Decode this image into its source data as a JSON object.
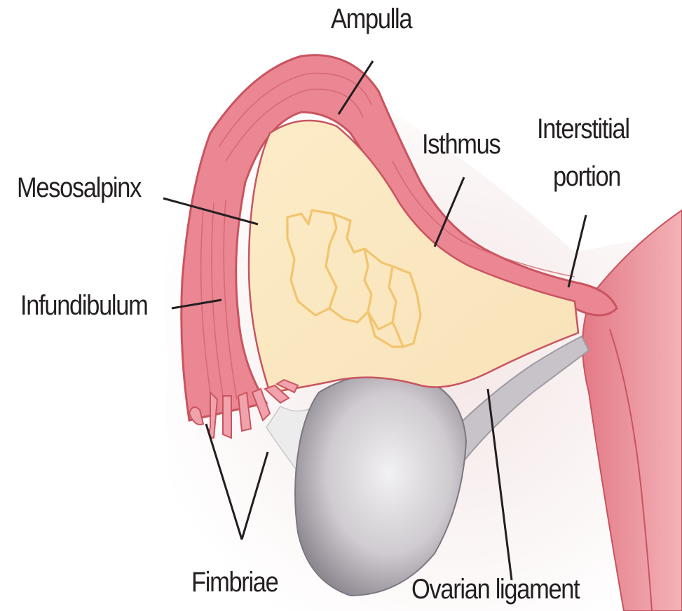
{
  "labels": {
    "ampulla": "Ampulla",
    "isthmus": "Isthmus",
    "interstitial_line1": "Interstitial",
    "interstitial_line2": "portion",
    "mesosalpinx": "Mesosalpinx",
    "infundibulum": "Infundibulum",
    "fimbriae": "Fimbriae",
    "ovarian_ligament": "Ovarian ligament"
  },
  "colors": {
    "tube_outer": "#e8808a",
    "tube_inner": "#f0a7ad",
    "tube_stroke": "#c9545f",
    "mesosalpinx_fill": "#fbe7c0",
    "vessel": "#f3cf82",
    "ovary": "#cdc9cc",
    "ligament": "#c3c0c6",
    "uterus": "#ef9aa2",
    "background_shadow": "#f4e6e6",
    "leader_line": "#231f20"
  }
}
